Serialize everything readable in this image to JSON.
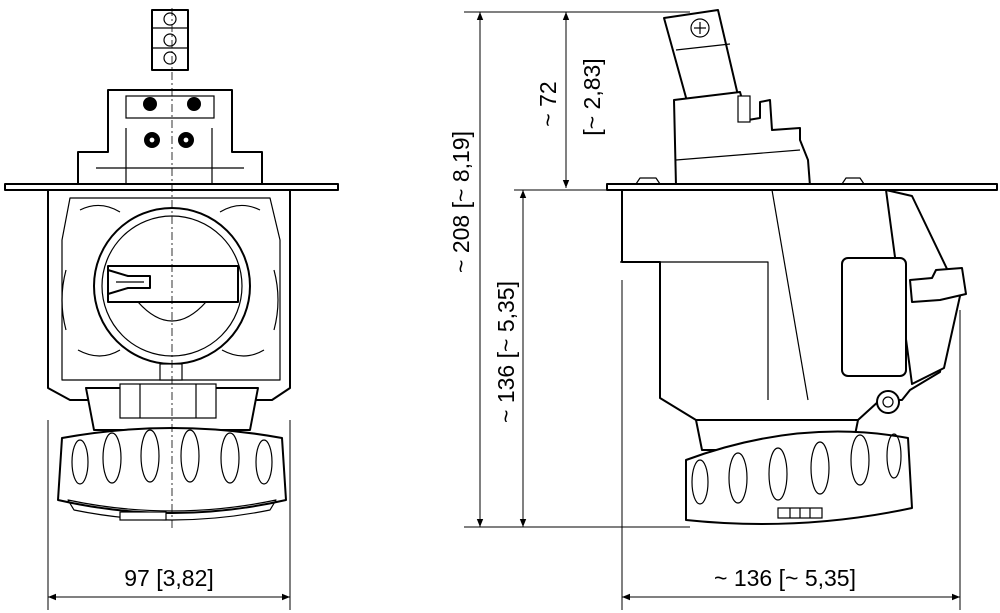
{
  "dimensions": {
    "front_width": "97 [3,82]",
    "side_width": "~ 136 [~ 5,35]",
    "overall_height": "~ 208 [~ 8,19]",
    "height_below_plate": "~ 136 [~ 5,35]",
    "height_above_plate_mm": "~ 72",
    "height_above_plate_in": "[~ 2,83]"
  },
  "views": [
    "front-view",
    "side-view"
  ],
  "icons": {
    "switch_direction_arrow": "left-arrow-icon",
    "terminal_screws": "screw-icon",
    "ground_terminal": "earth-screw-icon"
  },
  "colors": {
    "line": "#000000",
    "background": "#ffffff"
  }
}
